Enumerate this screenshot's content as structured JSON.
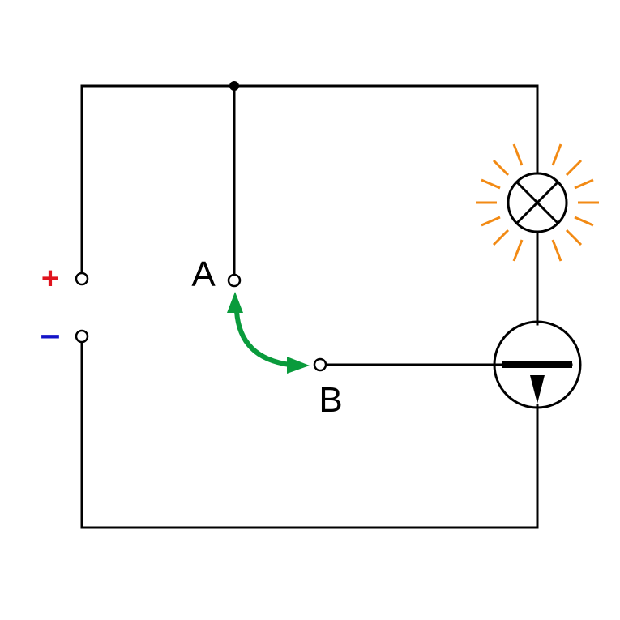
{
  "terminals": {
    "positive_label": "+",
    "negative_label": "–",
    "positive_color": "#e0141e",
    "negative_color": "#1414c8"
  },
  "switch": {
    "contact_a_label": "A",
    "contact_b_label": "B",
    "arrow_color": "#0a9b3c"
  },
  "lamp": {
    "state": "lit",
    "glow_color": "#f28a14",
    "icon": "lamp-icon"
  },
  "transistor": {
    "icon": "transistor-icon"
  },
  "colors": {
    "wire": "#000000",
    "background": "#ffffff"
  }
}
